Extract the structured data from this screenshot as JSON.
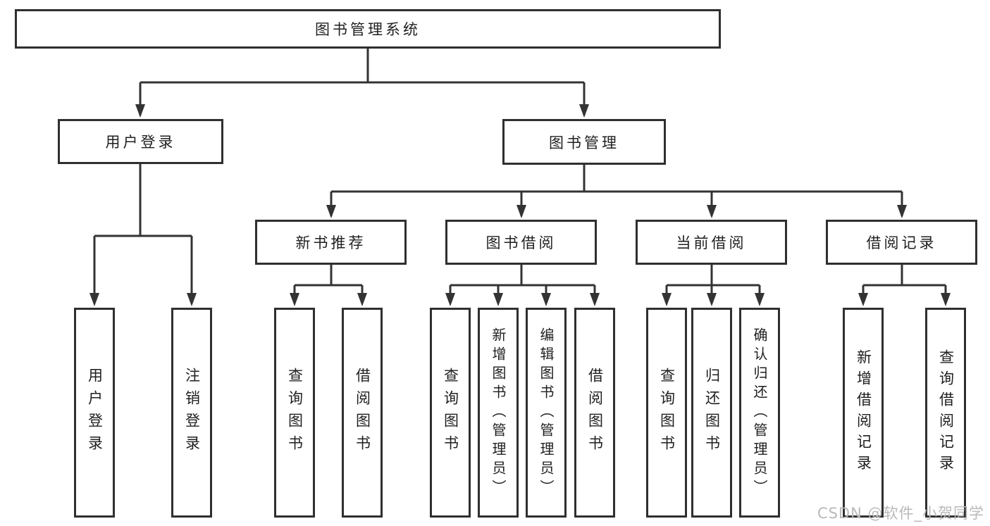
{
  "diagram_title": "图书管理系统",
  "tree": {
    "root": {
      "label": "图书管理系统",
      "children": [
        {
          "label": "用户登录",
          "children": [
            {
              "label": "用户登录"
            },
            {
              "label": "注销登录"
            }
          ]
        },
        {
          "label": "图书管理",
          "children": [
            {
              "label": "新书推荐",
              "children": [
                {
                  "label": "查询图书"
                },
                {
                  "label": "借阅图书"
                }
              ]
            },
            {
              "label": "图书借阅",
              "children": [
                {
                  "label": "查询图书"
                },
                {
                  "label": "新增图书（管理员）"
                },
                {
                  "label": "编辑图书（管理员）"
                },
                {
                  "label": "借阅图书"
                }
              ]
            },
            {
              "label": "当前借阅",
              "children": [
                {
                  "label": "查询图书"
                },
                {
                  "label": "归还图书"
                },
                {
                  "label": "确认归还（管理员）"
                }
              ]
            },
            {
              "label": "借阅记录",
              "children": [
                {
                  "label": "新增借阅记录"
                },
                {
                  "label": "查询借阅记录"
                }
              ]
            }
          ]
        }
      ]
    }
  },
  "watermark": "CSDN @软件_小贺同学",
  "colors": {
    "line": "#333333",
    "box_border": "#2f2f2f",
    "text": "#1f1f1f",
    "watermark": "#b9b9b9",
    "background": "#ffffff"
  }
}
